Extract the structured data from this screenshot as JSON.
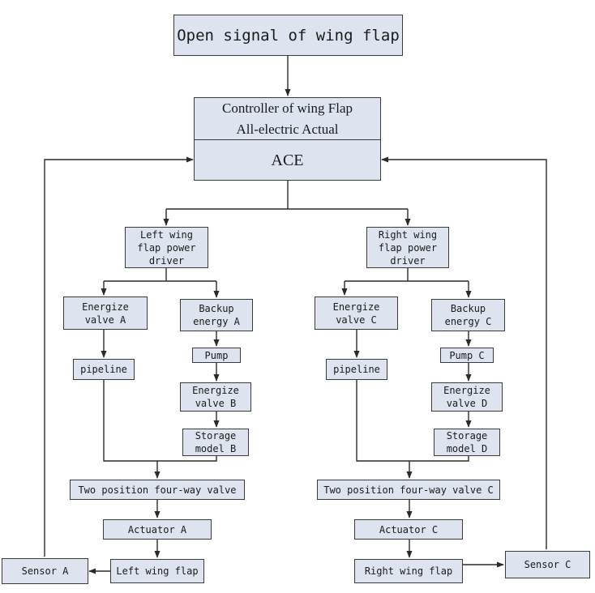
{
  "colors": {
    "box_fill": "#dde4ef",
    "line": "#2a2a2a"
  },
  "nodes": {
    "open_signal": "Open signal of wing flap",
    "controller": "Controller of wing Flap\nAll-electric Actual",
    "ace": "ACE",
    "left_driver": "Left wing\nflap power\ndriver",
    "right_driver": "Right wing\nflap power\ndriver",
    "energize_a": "Energize\nvalve A",
    "backup_a": "Backup\nenergy A",
    "pipeline_left": "pipeline",
    "pump": "Pump",
    "energize_b": "Energize\nvalve B",
    "storage_b": "Storage\nmodel B",
    "two_pos_left": "Two position four-way valve",
    "actuator_a": "Actuator A",
    "left_flap": "Left wing flap",
    "sensor_a": "Sensor A",
    "energize_c": "Energize\nvalve C",
    "backup_c": "Backup\nenergy C",
    "pipeline_right": "pipeline",
    "pump_c": "Pump C",
    "energize_d": "Energize\nvalve D",
    "storage_d": "Storage\nmodel D",
    "two_pos_right": "Two position four-way valve C",
    "actuator_c": "Actuator C",
    "right_flap": "Right wing flap",
    "sensor_c": "Sensor C"
  }
}
